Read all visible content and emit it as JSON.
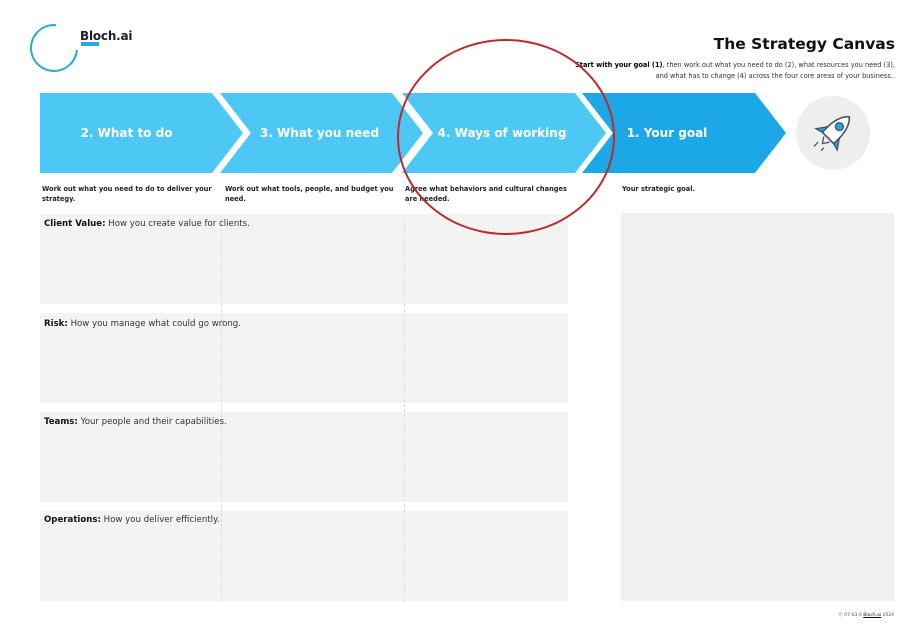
{
  "brand": {
    "name": "Bloch.ai",
    "accent": "#27a9e1"
  },
  "header": {
    "title": "The Strategy Canvas",
    "intro_bold": "Start with your goal (1)",
    "intro_rest": ", then work out what you need to do (2), what resources you need (3), and what has to change (4) across the four core areas of your business.."
  },
  "steps": [
    {
      "label": "2. What to do",
      "description": "Work out what you need to do to deliver your strategy.",
      "color": "#4dc7f4"
    },
    {
      "label": "3. What you need",
      "description": "Work out what tools, people, and budget you need.",
      "color": "#4dc7f4"
    },
    {
      "label": "4. Ways of working",
      "description": "Agree what behaviors and cultural changes are needed.",
      "color": "#4dc7f4"
    },
    {
      "label": "1. Your goal",
      "description": "Your strategic goal.",
      "color": "#1ca7e6"
    }
  ],
  "goal_icon": "rocket-icon",
  "rows": [
    {
      "title": "Client Value:",
      "subtitle": " How you create value for clients."
    },
    {
      "title": "Risk:",
      "subtitle": " How you manage what could go wrong."
    },
    {
      "title": "Teams:",
      "subtitle": " Your people and their capabilities."
    },
    {
      "title": "Operations:",
      "subtitle": " How you deliver efficiently."
    }
  ],
  "footer": {
    "license": "Ⓒ 07-03-0",
    "owner": "Bloch.ai",
    "year": "2024"
  },
  "annotation": {
    "color": "#c0292c",
    "target": "4. Ways of working"
  }
}
